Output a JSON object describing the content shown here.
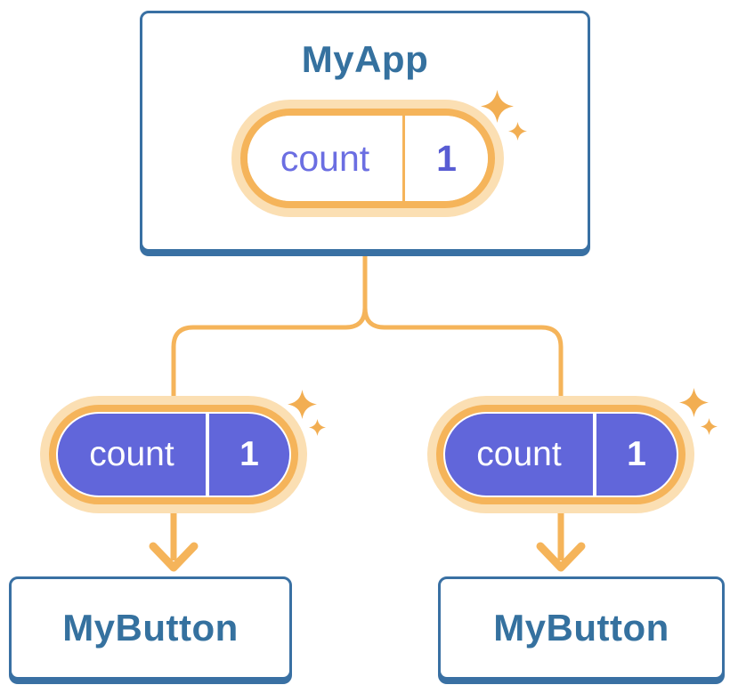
{
  "colors": {
    "node-border": "#3970A3",
    "node-title": "#35719F",
    "line-orange": "#F5B45A",
    "ring-orange": "#F5B45A",
    "halo-orange": "#FBDFB3",
    "sparkle-orange": "#F2AE52",
    "state-purple": "#6166DA",
    "state-label-purple": "#6B6EE2",
    "state-value-purple": "#585CD3",
    "pill-text-light": "#FFFFFF",
    "node-bg": "#FFFFFF"
  },
  "tree": {
    "root": {
      "title": "MyApp",
      "state": {
        "label": "count",
        "value": "1"
      }
    },
    "children": [
      {
        "title": "MyButton",
        "state": {
          "label": "count",
          "value": "1"
        }
      },
      {
        "title": "MyButton",
        "state": {
          "label": "count",
          "value": "1"
        }
      }
    ]
  }
}
